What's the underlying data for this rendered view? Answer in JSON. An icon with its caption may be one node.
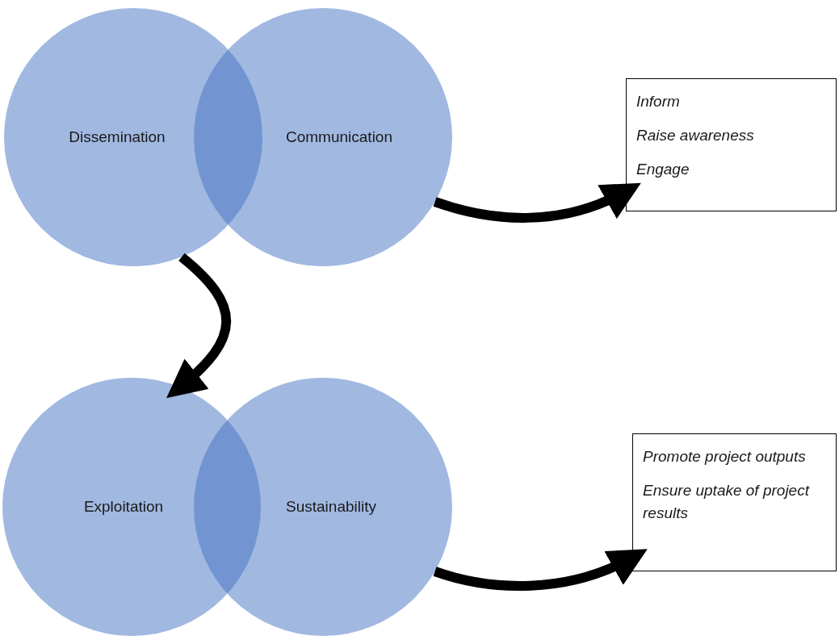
{
  "diagram": {
    "nodes": [
      {
        "text": [
          "Dissemination"
        ]
      },
      {
        "text": [
          "Communication"
        ]
      },
      {
        "text": [
          "Inform",
          "Raise awareness",
          "Engage"
        ]
      },
      {
        "text": [
          "Exploitation"
        ]
      },
      {
        "text": [
          "Sustainability"
        ]
      },
      {
        "text": [
          "Promote project outputs",
          "Ensure uptake of project results"
        ]
      }
    ],
    "edges": [
      {
        "from": 1,
        "to": 2,
        "arrow": "to"
      },
      {
        "from": 0,
        "to": 3,
        "arrow": "to"
      },
      {
        "from": 4,
        "to": 5,
        "arrow": "to"
      }
    ]
  }
}
